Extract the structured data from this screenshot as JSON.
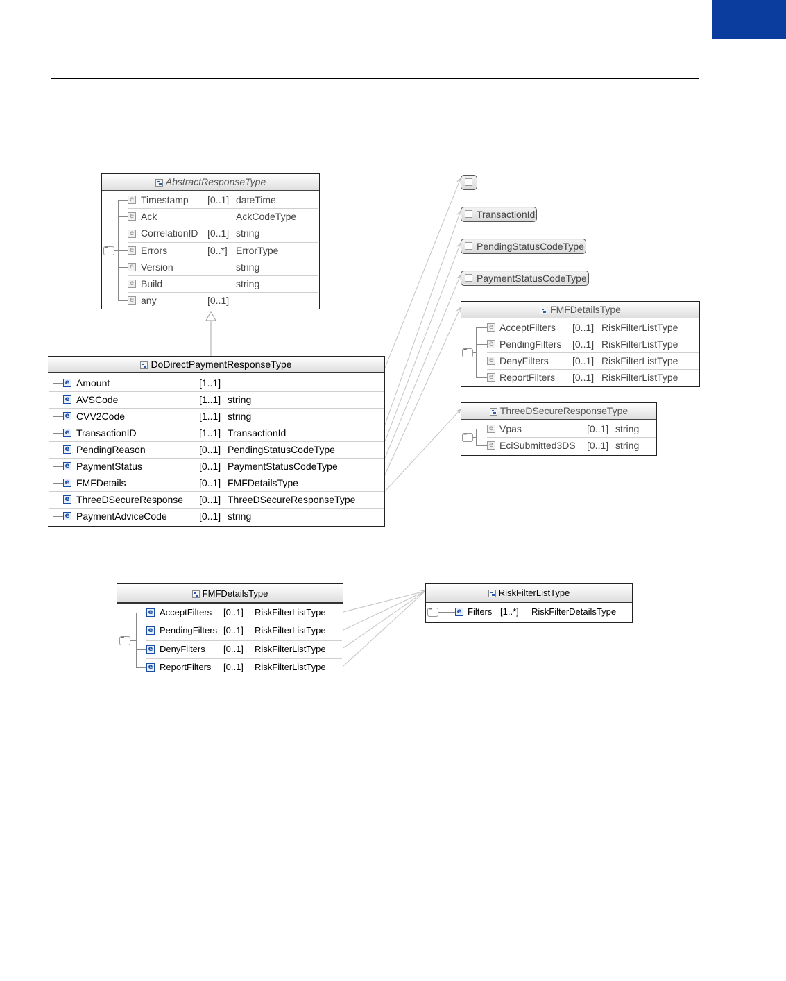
{
  "colors": {
    "corner_tab": "#0a3d9e",
    "element_icon": "#1a4fa3"
  },
  "abstract_response_type": {
    "title": "AbstractResponseType",
    "rows": [
      {
        "name": "Timestamp",
        "card": "[0..1]",
        "type": "dateTime"
      },
      {
        "name": "Ack",
        "card": "",
        "type": "AckCodeType"
      },
      {
        "name": "CorrelationID",
        "card": "[0..1]",
        "type": "string"
      },
      {
        "name": "Errors",
        "card": "[0..*]",
        "type": "ErrorType"
      },
      {
        "name": "Version",
        "card": "",
        "type": "string"
      },
      {
        "name": "Build",
        "card": "",
        "type": "string"
      },
      {
        "name": "any",
        "card": "[0..1]",
        "type": ""
      }
    ]
  },
  "do_direct_payment_response_type": {
    "title": "DoDirectPaymentResponseType",
    "rows": [
      {
        "name": "Amount",
        "card": "[1..1]",
        "type": ""
      },
      {
        "name": "AVSCode",
        "card": "[1..1]",
        "type": "string"
      },
      {
        "name": "CVV2Code",
        "card": "[1..1]",
        "type": "string"
      },
      {
        "name": "TransactionID",
        "card": "[1..1]",
        "type": "TransactionId"
      },
      {
        "name": "PendingReason",
        "card": "[0..1]",
        "type": "PendingStatusCodeType"
      },
      {
        "name": "PaymentStatus",
        "card": "[0..1]",
        "type": "PaymentStatusCodeType"
      },
      {
        "name": "FMFDetails",
        "card": "[0..1]",
        "type": "FMFDetailsType"
      },
      {
        "name": "ThreeDSecureResponse",
        "card": "[0..1]",
        "type": "ThreeDSecureResponseType"
      },
      {
        "name": "PaymentAdviceCode",
        "card": "[0..1]",
        "type": "string"
      }
    ]
  },
  "simple_types": [
    {
      "label": ""
    },
    {
      "label": "TransactionId"
    },
    {
      "label": "PendingStatusCodeType"
    },
    {
      "label": "PaymentStatusCodeType"
    }
  ],
  "fmf_details_type_ref": {
    "title": "FMFDetailsType",
    "rows": [
      {
        "name": "AcceptFilters",
        "card": "[0..1]",
        "type": "RiskFilterListType"
      },
      {
        "name": "PendingFilters",
        "card": "[0..1]",
        "type": "RiskFilterListType"
      },
      {
        "name": "DenyFilters",
        "card": "[0..1]",
        "type": "RiskFilterListType"
      },
      {
        "name": "ReportFilters",
        "card": "[0..1]",
        "type": "RiskFilterListType"
      }
    ]
  },
  "three_d_secure_response_type": {
    "title": "ThreeDSecureResponseType",
    "rows": [
      {
        "name": "Vpas",
        "card": "[0..1]",
        "type": "string"
      },
      {
        "name": "EciSubmitted3DS",
        "card": "[0..1]",
        "type": "string"
      }
    ]
  },
  "fmf_details_type": {
    "title": "FMFDetailsType",
    "rows": [
      {
        "name": "AcceptFilters",
        "card": "[0..1]",
        "type": "RiskFilterListType"
      },
      {
        "name": "PendingFilters",
        "card": "[0..1]",
        "type": "RiskFilterListType"
      },
      {
        "name": "DenyFilters",
        "card": "[0..1]",
        "type": "RiskFilterListType"
      },
      {
        "name": "ReportFilters",
        "card": "[0..1]",
        "type": "RiskFilterListType"
      }
    ]
  },
  "risk_filter_list_type": {
    "title": "RiskFilterListType",
    "rows": [
      {
        "name": "Filters",
        "card": "[1..*]",
        "type": "RiskFilterDetailsType"
      }
    ]
  }
}
